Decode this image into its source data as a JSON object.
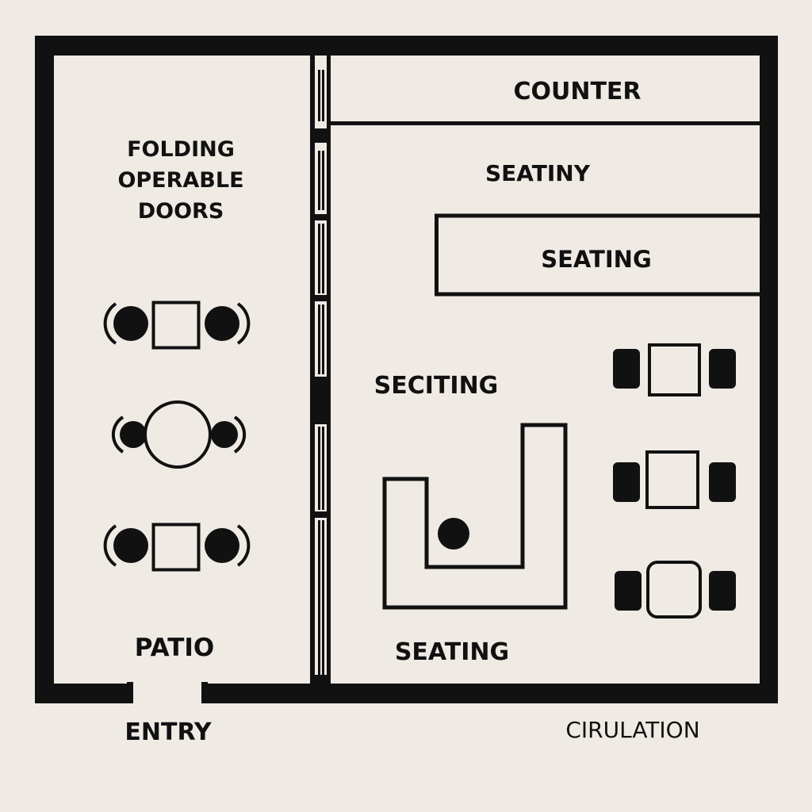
{
  "labels": {
    "folding_line1": "FOLDING",
    "folding_line2": "OPERABLE",
    "folding_line3": "DOORS",
    "patio": "PATIO",
    "entry": "ENTRY",
    "counter": "COUNTER",
    "seating_top": "SEATINY",
    "seating_box": "SEATING",
    "seating_mid": "SECITING",
    "seating_bottom": "SEATING",
    "circulation": "CIRULATION"
  },
  "colors": {
    "background": "#efebe4",
    "ink": "#111111"
  }
}
